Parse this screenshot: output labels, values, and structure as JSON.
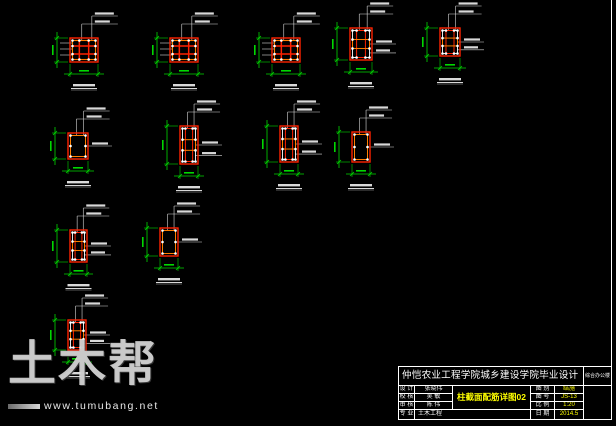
{
  "colors": {
    "background": "#000000",
    "column_outline": "#ff2200",
    "stirrup": "#ff7f00",
    "rebar": "#ffffff",
    "dimension": "#00d800",
    "leader": "#d9d9d9",
    "frame": "#ffffff",
    "title_highlight": "#ffff00"
  },
  "title_block": {
    "school_title": "仲恺农业工程学院城乡建设学院毕业设计",
    "project_name": "综合办公楼",
    "drawing_title": "柱截面配筋详图02",
    "staff": [
      {
        "label": "设 计",
        "value": "张晓伟"
      },
      {
        "label": "校 核",
        "value": "吴 敏"
      },
      {
        "label": "审 核",
        "value": "陈 伟"
      }
    ],
    "major": {
      "label": "专 业",
      "value": "土木工程"
    },
    "info": [
      {
        "label": "图 别",
        "value": "结施"
      },
      {
        "label": "图 号",
        "value": "JS-13"
      },
      {
        "label": "比 例",
        "value": "1:20"
      },
      {
        "label": "日 期",
        "value": "2014.5"
      }
    ]
  },
  "watermark": {
    "brand": "土木帮",
    "url": "www.tumubang.net"
  }
}
